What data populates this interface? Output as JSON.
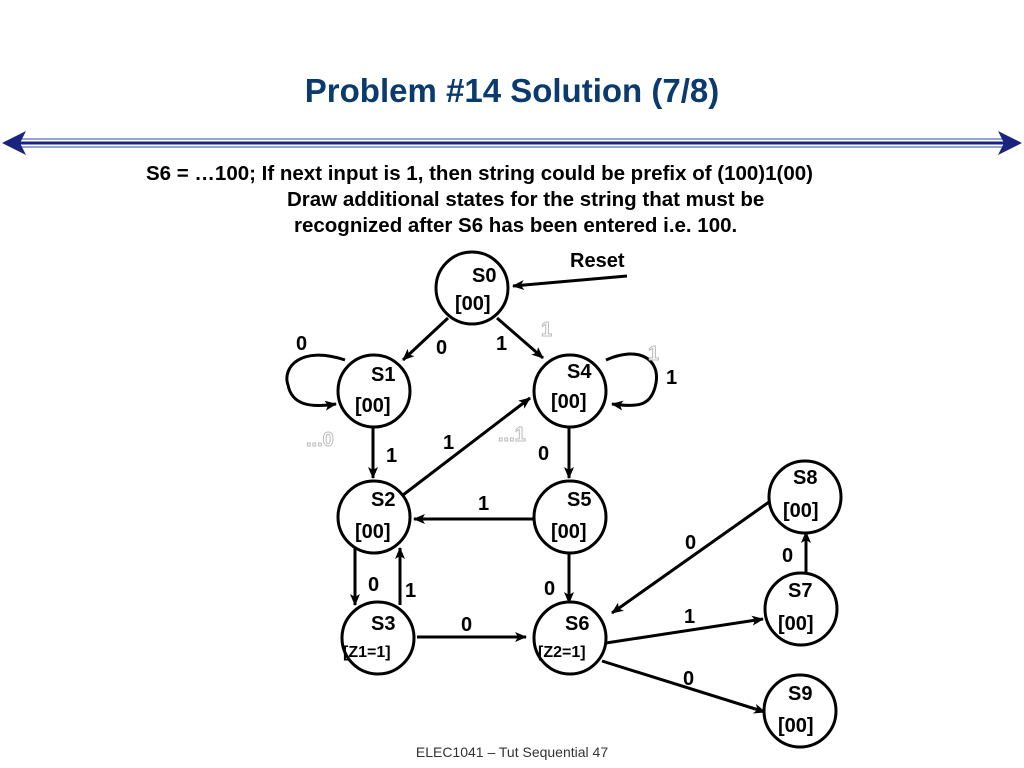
{
  "slide": {
    "title": "Problem #14 Solution (7/8)",
    "desc_line1": "S6 = …100; If next input is 1, then string could be prefix of (100)1(00)",
    "desc_line2": "Draw additional states for the string that must be",
    "desc_line3": "recognized after S6 has been entered  i.e. 100.",
    "footer": "ELEC1041 – Tut  Sequential 47"
  },
  "colors": {
    "title": "#0b3a6e",
    "rule_dark": "#1a237e",
    "rule_light": "#8fa6d8"
  },
  "diagram": {
    "reset_label": "Reset",
    "states": [
      {
        "id": "S0",
        "name": "S0",
        "output": "[00]"
      },
      {
        "id": "S1",
        "name": "S1",
        "output": "[00]"
      },
      {
        "id": "S2",
        "name": "S2",
        "output": "[00]"
      },
      {
        "id": "S3",
        "name": "S3",
        "output": "[Z1=1]"
      },
      {
        "id": "S4",
        "name": "S4",
        "output": "[00]"
      },
      {
        "id": "S5",
        "name": "S5",
        "output": "[00]"
      },
      {
        "id": "S6",
        "name": "S6",
        "output": "[Z2=1]"
      },
      {
        "id": "S7",
        "name": "S7",
        "output": "[00]"
      },
      {
        "id": "S8",
        "name": "S8",
        "output": "[00]"
      },
      {
        "id": "S9",
        "name": "S9",
        "output": "[00]"
      }
    ],
    "transitions": [
      {
        "from": "S0",
        "to": "S1",
        "input": "0"
      },
      {
        "from": "S0",
        "to": "S4",
        "input": "1"
      },
      {
        "from": "S1",
        "to": "S1",
        "input": "0"
      },
      {
        "from": "S1",
        "to": "S2",
        "input": "1"
      },
      {
        "from": "S4",
        "to": "S4",
        "input": "1"
      },
      {
        "from": "S4",
        "to": "S5",
        "input": "0"
      },
      {
        "from": "S2",
        "to": "S4",
        "input": "1"
      },
      {
        "from": "S5",
        "to": "S2",
        "input": "1"
      },
      {
        "from": "S2",
        "to": "S3",
        "input": "0"
      },
      {
        "from": "S3",
        "to": "S2",
        "input": "1"
      },
      {
        "from": "S5",
        "to": "S6",
        "input": "0"
      },
      {
        "from": "S3",
        "to": "S6",
        "input": "0"
      },
      {
        "from": "S6",
        "to": "S7",
        "input": "1"
      },
      {
        "from": "S6",
        "to": "S9",
        "input": "0"
      },
      {
        "from": "S7",
        "to": "S8",
        "input": "0"
      },
      {
        "from": "S8",
        "to": "S6",
        "input": "0"
      }
    ],
    "faded_labels": [
      "1",
      "1",
      "...0",
      "...1"
    ]
  }
}
